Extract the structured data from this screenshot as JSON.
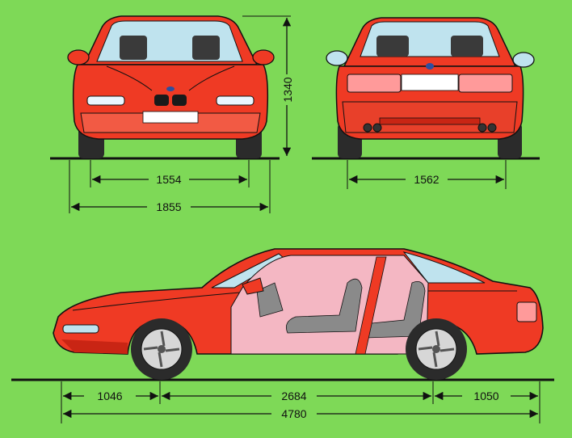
{
  "dimensions": {
    "front_track": "1554",
    "overall_width": "1855",
    "rear_track": "1562",
    "height": "1340",
    "front_overhang": "1046",
    "wheelbase": "2684",
    "rear_overhang": "1050",
    "overall_length": "4780"
  },
  "colors": {
    "background": "#7ed957",
    "body": "#ef3a24",
    "body_shade": "#c92514",
    "glass": "#bfe3ee",
    "interior": "#f4b7c3",
    "seat": "#8a8a8a",
    "tire": "#2b2b2b",
    "rim": "#d7d7d7",
    "plate": "#ffffff",
    "lights_front": "#eaf6ff",
    "lights_rear": "#ff9a9a",
    "line": "#111111"
  }
}
